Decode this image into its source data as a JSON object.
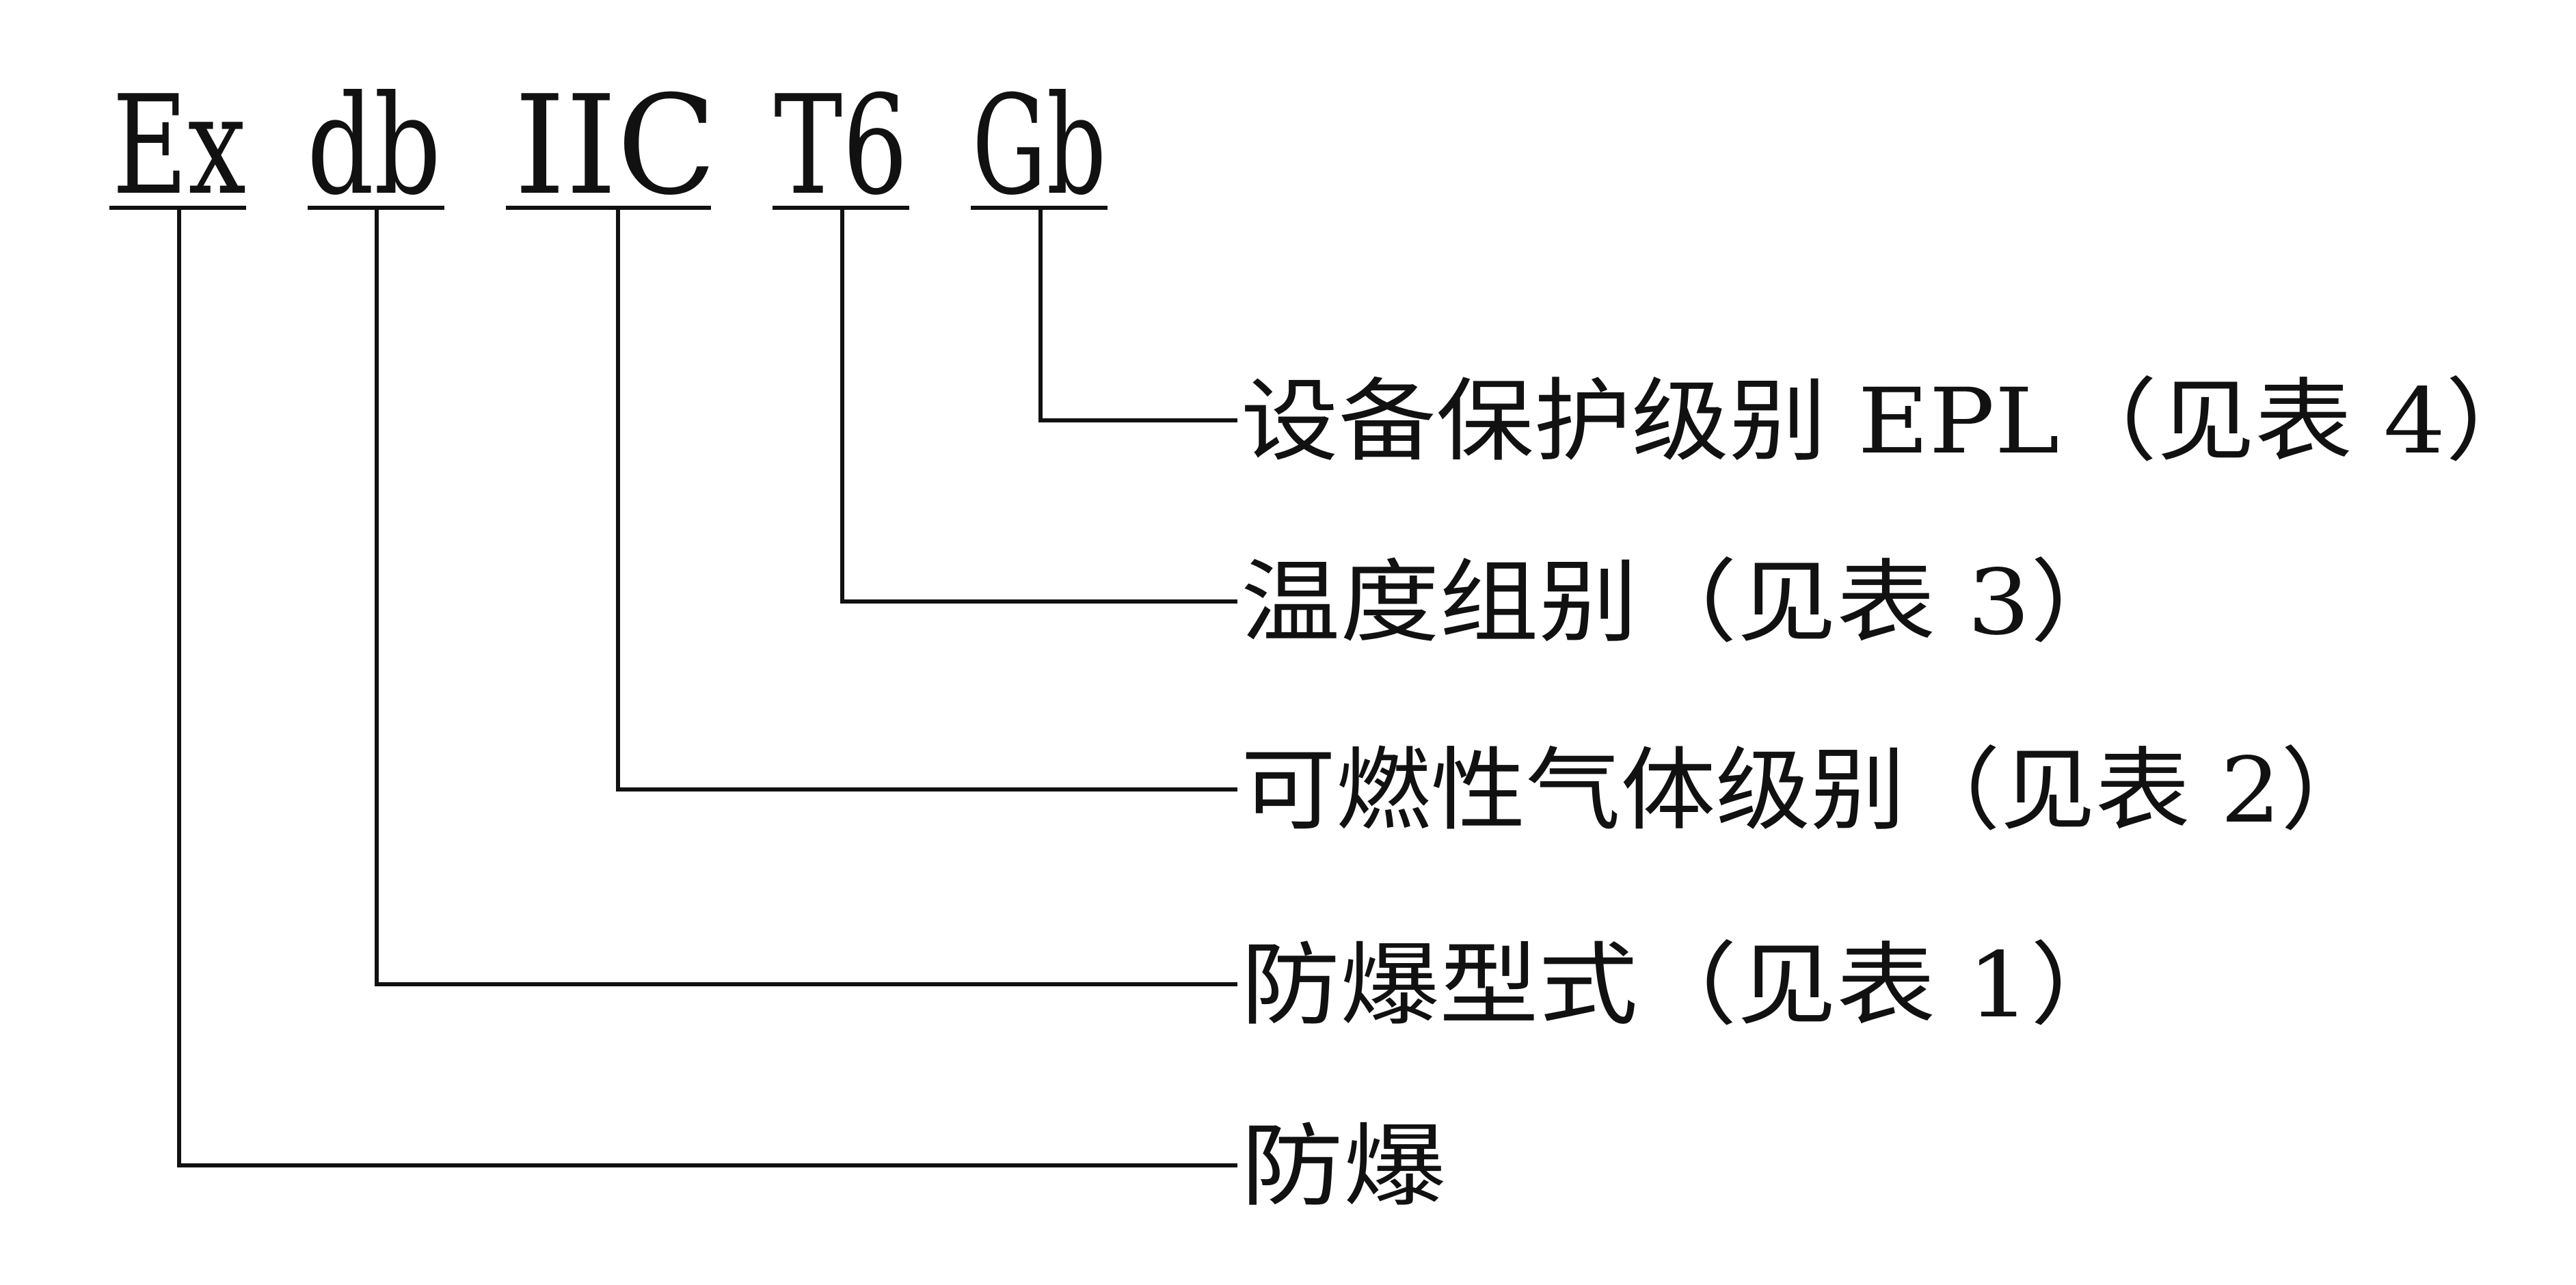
{
  "code_parts": [
    {
      "id": "ex",
      "text": "Ex"
    },
    {
      "id": "db",
      "text": "db"
    },
    {
      "id": "iic",
      "text": "IIC"
    },
    {
      "id": "t6",
      "text": "T6"
    },
    {
      "id": "gb",
      "text": "Gb"
    }
  ],
  "labels": {
    "gb": "设备保护级别 EPL（见表 4）",
    "t6": "温度组别（见表 3）",
    "iic": "可燃性气体级别（见表 2）",
    "db": "防爆型式（见表 1）",
    "ex": "防爆"
  }
}
